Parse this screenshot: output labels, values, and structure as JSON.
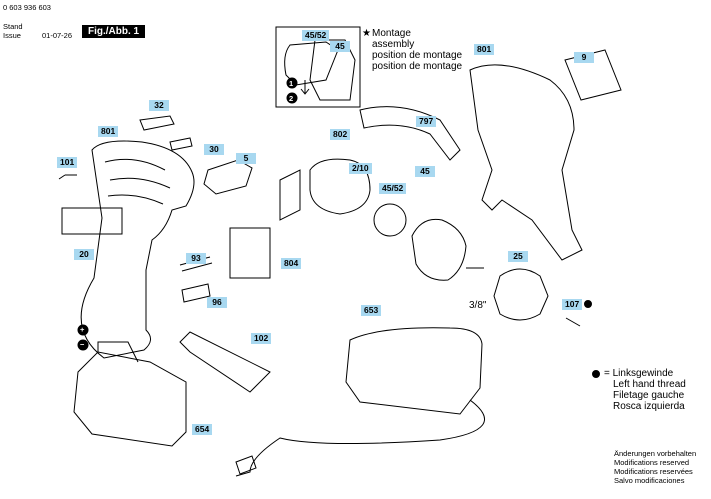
{
  "header": {
    "part_no": "0 603 936 603",
    "stand_label": "Stand",
    "issue_label": "Issue",
    "date": "01-07-26"
  },
  "fig_tag": "Fig./Abb. 1",
  "assembly_note": {
    "star": "★",
    "lines": [
      "Montage",
      "assembly",
      "position de montage",
      "position de montage"
    ]
  },
  "inset": {
    "step1": "1",
    "step2": "2"
  },
  "labels": [
    {
      "id": "45-52-inset",
      "text": "45/52"
    },
    {
      "id": "45-inset",
      "text": "45"
    },
    {
      "id": "801-right",
      "text": "801"
    },
    {
      "id": "9",
      "text": "9"
    },
    {
      "id": "32",
      "text": "32"
    },
    {
      "id": "801-left",
      "text": "801"
    },
    {
      "id": "30",
      "text": "30"
    },
    {
      "id": "101",
      "text": "101"
    },
    {
      "id": "5",
      "text": "5"
    },
    {
      "id": "802",
      "text": "802"
    },
    {
      "id": "797",
      "text": "797"
    },
    {
      "id": "2-10",
      "text": "2/10"
    },
    {
      "id": "45",
      "text": "45"
    },
    {
      "id": "45-52",
      "text": "45/52"
    },
    {
      "id": "20",
      "text": "20"
    },
    {
      "id": "93",
      "text": "93"
    },
    {
      "id": "804",
      "text": "804"
    },
    {
      "id": "96",
      "text": "96"
    },
    {
      "id": "25",
      "text": "25"
    },
    {
      "id": "107",
      "text": "107"
    },
    {
      "id": "653",
      "text": "653"
    },
    {
      "id": "102",
      "text": "102"
    },
    {
      "id": "654",
      "text": "654"
    }
  ],
  "chuck_size": "3/8\"",
  "plus": "+",
  "minus": "−",
  "legend": {
    "bullet": "●",
    "lines": [
      "= Linksgewinde",
      "Left hand thread",
      "Filetage gauche",
      "Rosca izquierda"
    ]
  },
  "footer": [
    "Änderungen vorbehalten",
    "Modifications reserved",
    "Modifications reservées",
    "Salvo modificaciones"
  ]
}
